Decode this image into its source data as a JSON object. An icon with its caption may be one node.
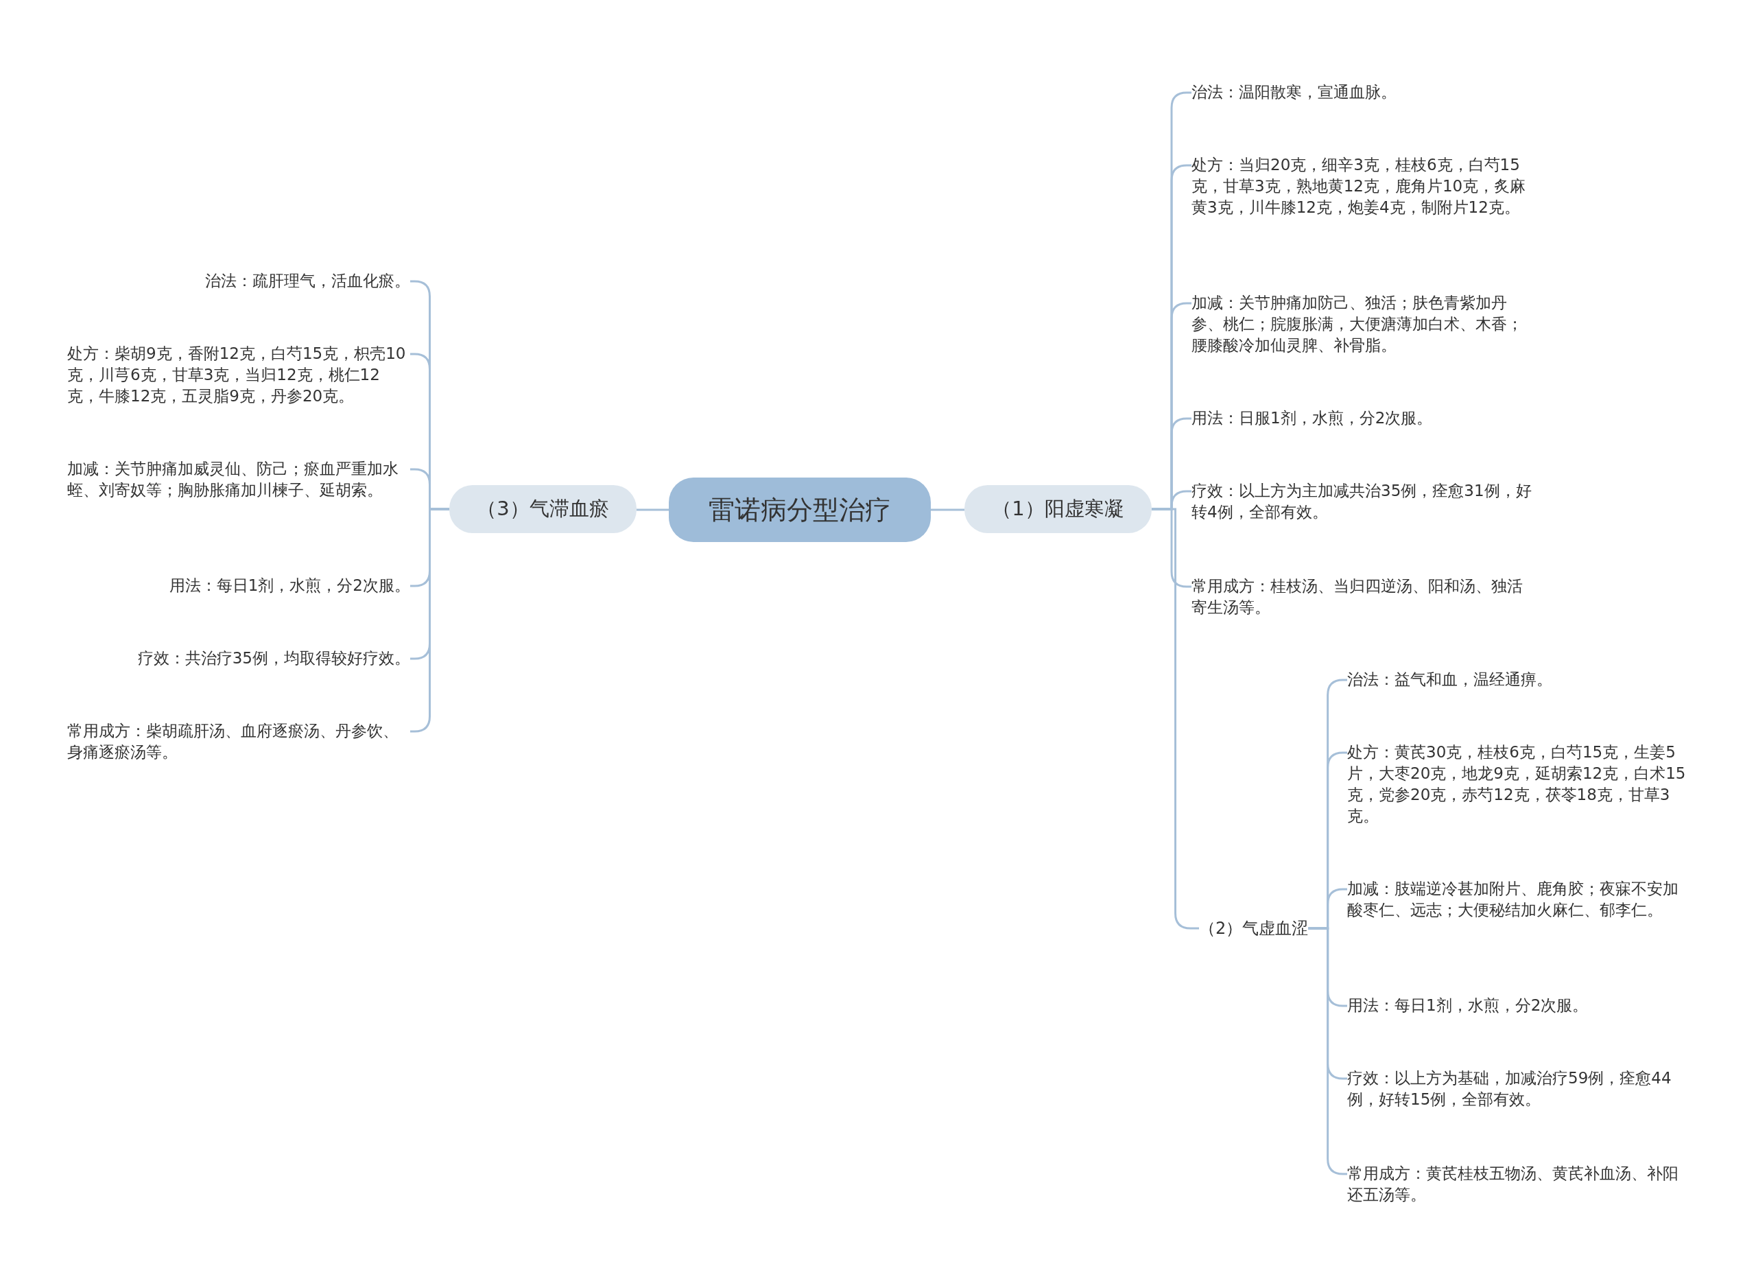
{
  "diagram": {
    "nodes": [
      {
        "text": [
          "雷诺病分型治疗"
        ]
      },
      {
        "text": [
          "（1）阳虚寒凝"
        ]
      },
      {
        "text": [
          "治法：温阳散寒，宣通血脉。"
        ]
      },
      {
        "text": [
          "处方：当归20克，细辛3克，桂枝6克，白芍15克，甘草3克，熟地黄12克，鹿角片10克，炙麻黄3克，川牛膝12克，炮姜4克，制附片12克。"
        ]
      },
      {
        "text": [
          "加减：关节肿痛加防己、独活；肤色青紫加丹参、桃仁；脘腹胀满，大便溏薄加白术、木香；腰膝酸冷加仙灵脾、补骨脂。"
        ]
      },
      {
        "text": [
          "用法：日服1剂，水煎，分2次服。"
        ]
      },
      {
        "text": [
          "疗效：以上方为主加减共治35例，痊愈31例，好转4例，全部有效。"
        ]
      },
      {
        "text": [
          "常用成方：桂枝汤、当归四逆汤、阳和汤、独活寄生汤等。"
        ]
      },
      {
        "text": [
          "（2）气虚血涩"
        ]
      },
      {
        "text": [
          "治法：益气和血，温经通痹。"
        ]
      },
      {
        "text": [
          "处方：黄芪30克，桂枝6克，白芍15克，生姜5片，大枣20克，地龙9克，延胡索12克，白术15克，党参20克，赤芍12克，茯苓18克，甘草3克。"
        ]
      },
      {
        "text": [
          "加减：肢端逆冷甚加附片、鹿角胶；夜寐不安加酸枣仁、远志；大便秘结加火麻仁、郁李仁。"
        ]
      },
      {
        "text": [
          "用法：每日1剂，水煎，分2次服。"
        ]
      },
      {
        "text": [
          "疗效：以上方为基础，加减治疗59例，痊愈44例，好转15例，全部有效。"
        ]
      },
      {
        "text": [
          "常用成方：黄芪桂枝五物汤、黄芪补血汤、补阳还五汤等。"
        ]
      },
      {
        "text": [
          "（3）气滞血瘀"
        ]
      },
      {
        "text": [
          "治法：疏肝理气，活血化瘀。"
        ]
      },
      {
        "text": [
          "处方：柴胡9克，香附12克，白芍15克，枳壳10克，川芎6克，甘草3克，当归12克，桃仁12克，牛膝12克，五灵脂9克，丹参20克。"
        ]
      },
      {
        "text": [
          "加减：关节肿痛加威灵仙、防己；瘀血严重加水蛭、刘寄奴等；胸胁胀痛加川楝子、延胡索。"
        ]
      },
      {
        "text": [
          "用法：每日1剂，水煎，分2次服。"
        ]
      },
      {
        "text": [
          "疗效：共治疗35例，均取得较好疗效。"
        ]
      },
      {
        "text": [
          "常用成方：柴胡疏肝汤、血府逐瘀汤、丹参饮、身痛逐瘀汤等。"
        ]
      }
    ],
    "edges": [
      {
        "from": 0,
        "to": 1,
        "arrow": "none"
      },
      {
        "from": 1,
        "to": 2,
        "arrow": "none"
      },
      {
        "from": 1,
        "to": 3,
        "arrow": "none"
      },
      {
        "from": 1,
        "to": 4,
        "arrow": "none"
      },
      {
        "from": 1,
        "to": 5,
        "arrow": "none"
      },
      {
        "from": 1,
        "to": 6,
        "arrow": "none"
      },
      {
        "from": 1,
        "to": 7,
        "arrow": "none"
      },
      {
        "from": 1,
        "to": 8,
        "arrow": "none"
      },
      {
        "from": 8,
        "to": 9,
        "arrow": "none"
      },
      {
        "from": 8,
        "to": 10,
        "arrow": "none"
      },
      {
        "from": 8,
        "to": 11,
        "arrow": "none"
      },
      {
        "from": 8,
        "to": 12,
        "arrow": "none"
      },
      {
        "from": 8,
        "to": 13,
        "arrow": "none"
      },
      {
        "from": 8,
        "to": 14,
        "arrow": "none"
      },
      {
        "from": 0,
        "to": 15,
        "arrow": "none"
      },
      {
        "from": 15,
        "to": 16,
        "arrow": "none"
      },
      {
        "from": 15,
        "to": 17,
        "arrow": "none"
      },
      {
        "from": 15,
        "to": 18,
        "arrow": "none"
      },
      {
        "from": 15,
        "to": 19,
        "arrow": "none"
      },
      {
        "from": 15,
        "to": 20,
        "arrow": "none"
      },
      {
        "from": 15,
        "to": 21,
        "arrow": "none"
      }
    ]
  }
}
